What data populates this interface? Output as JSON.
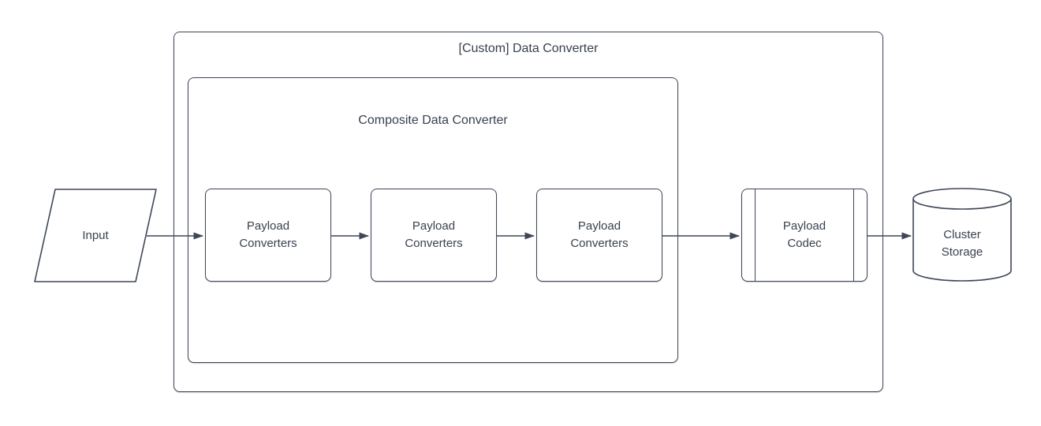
{
  "colors": {
    "stroke": "#3e4757",
    "text": "#39414f",
    "canvas": "#ffffff"
  },
  "groups": {
    "custom_converter": {
      "title": "[Custom] Data Converter"
    },
    "composite_converter": {
      "title": "Composite Data Converter"
    }
  },
  "nodes": {
    "input": {
      "label": "Input",
      "shape": "parallelogram"
    },
    "converter_1": {
      "label": "Payload\nConverters",
      "shape": "rounded-rectangle"
    },
    "converter_2": {
      "label": "Payload\nConverters",
      "shape": "rounded-rectangle"
    },
    "converter_3": {
      "label": "Payload\nConverters",
      "shape": "rounded-rectangle"
    },
    "codec": {
      "label": "Payload\nCodec",
      "shape": "predefined-process"
    },
    "storage": {
      "label": "Cluster\nStorage",
      "shape": "cylinder"
    }
  },
  "edges": [
    {
      "from": "input",
      "to": "converter_1"
    },
    {
      "from": "converter_1",
      "to": "converter_2"
    },
    {
      "from": "converter_2",
      "to": "converter_3"
    },
    {
      "from": "converter_3",
      "to": "codec"
    },
    {
      "from": "codec",
      "to": "storage"
    }
  ]
}
